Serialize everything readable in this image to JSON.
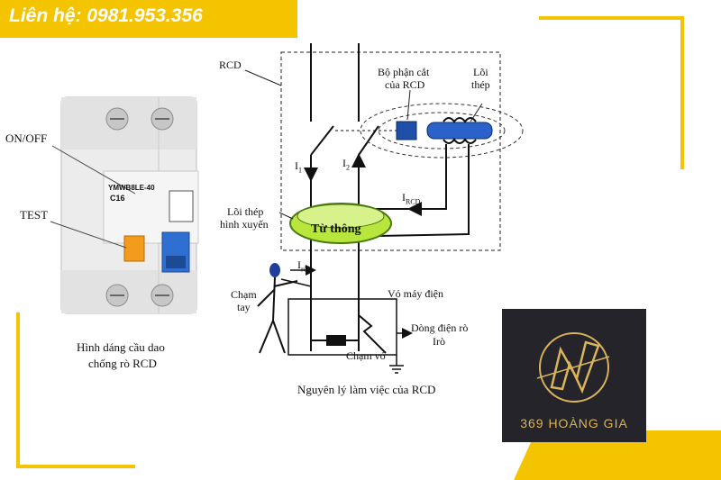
{
  "header": {
    "contact": "Liên hệ: 0981.953.356"
  },
  "breaker": {
    "label_onoff": "ON/OFF",
    "label_test": "TEST",
    "model": "YMWB8LE-40",
    "rating": "C16",
    "caption_line1": "Hình dáng cầu dao",
    "caption_line2": "chống rò RCD"
  },
  "diagram": {
    "rcd": "RCD",
    "cutoff_line1": "Bộ phận cắt",
    "cutoff_line2": "của RCD",
    "core_line1": "Lõi",
    "core_line2": "thép",
    "toroid_line1": "Lõi thép",
    "toroid_line2": "hình xuyến",
    "flux": "Từ thông",
    "i1": "I",
    "i1_sub": "1",
    "i2": "I",
    "i2_sub": "2",
    "ircd": "I",
    "ircd_sub": "RCD",
    "iro": "I",
    "iro_sub": "rò",
    "touch_hand_line1": "Chạm",
    "touch_hand_line2": "tay",
    "enclosure": "Vỏ máy điện",
    "touch_case": "Chạm vỏ",
    "leak_line1": "Dòng điện rò",
    "leak_line2": "Irò",
    "caption": "Nguyên lý làm việc của RCD"
  },
  "logo": {
    "text": "369 HOÀNG GIA"
  },
  "colors": {
    "accent": "#f5c400",
    "logo_bg": "#24242a",
    "logo_gold": "#d9b45a",
    "coil_green": "#b8e63c",
    "core_blue": "#1f4fa8"
  }
}
